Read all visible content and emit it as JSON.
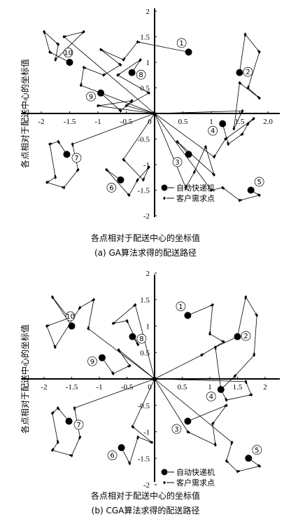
{
  "chart_data": [
    {
      "type": "scatter",
      "xlabel": "各点相对于配送中心的坐标值",
      "ylabel": "各点相对于配送中心的坐标值",
      "caption": "(a) GA算法求得的配送路径",
      "xlim": [
        -2,
        2
      ],
      "ylim": [
        -2,
        2
      ],
      "x_ticks": [
        "-2",
        "-1.5",
        "-1",
        "-0.5",
        "0",
        "0.5",
        "1",
        "1.5",
        "2.0"
      ],
      "x_tick_values": [
        -2,
        -1.5,
        -1,
        -0.5,
        0,
        0.5,
        1,
        1.5,
        2
      ],
      "y_ticks": [
        "2",
        "1.5",
        "1",
        "0.5",
        "0",
        "-0.5",
        "-1",
        "-1.5",
        "-2"
      ],
      "y_tick_values": [
        2,
        1.5,
        1,
        0.5,
        0,
        -0.5,
        -1,
        -1.5,
        -2
      ],
      "legend": {
        "station": "自动快递机",
        "customer": "客户需求点",
        "position": "bottom-right"
      },
      "stations": [
        {
          "label": "①",
          "x": 0.6,
          "y": 1.2
        },
        {
          "label": "②",
          "x": 1.5,
          "y": 0.8
        },
        {
          "label": "③",
          "x": 0.6,
          "y": -0.8
        },
        {
          "label": "④",
          "x": 1.2,
          "y": -0.2
        },
        {
          "label": "⑤",
          "x": 1.7,
          "y": -1.5
        },
        {
          "label": "⑥",
          "x": -0.6,
          "y": -1.3
        },
        {
          "label": "⑦",
          "x": -1.55,
          "y": -0.8
        },
        {
          "label": "⑧",
          "x": -0.4,
          "y": 0.8
        },
        {
          "label": "⑨",
          "x": -0.95,
          "y": 0.4
        },
        {
          "label": "⑩",
          "x": -1.5,
          "y": 1.0
        }
      ],
      "routes": [
        [
          [
            0.6,
            1.2
          ],
          [
            -0.3,
            1.4
          ],
          [
            -0.55,
            1.05
          ],
          [
            -0.95,
            1.25
          ],
          [
            -0.6,
            0.95
          ],
          [
            -0.9,
            0.75
          ],
          [
            -1.25,
            0.9
          ],
          [
            -1.3,
            0.55
          ],
          [
            0,
            0
          ]
        ],
        [
          [
            1.5,
            0.8
          ],
          [
            1.6,
            1.55
          ],
          [
            1.85,
            1.2
          ],
          [
            1.65,
            0.5
          ],
          [
            1.85,
            0.3
          ],
          [
            1.5,
            0.6
          ],
          [
            1.4,
            -0.3
          ],
          [
            1.55,
            0.05
          ],
          [
            0,
            0
          ]
        ],
        [
          [
            0.6,
            -0.8
          ],
          [
            0.4,
            -0.55
          ],
          [
            1.05,
            -1.2
          ],
          [
            0.9,
            -0.65
          ],
          [
            0.7,
            -1.15
          ],
          [
            0.55,
            -1.45
          ],
          [
            0,
            0
          ]
        ],
        [
          [
            1.2,
            -0.2
          ],
          [
            1.3,
            -0.6
          ],
          [
            1.55,
            -0.4
          ],
          [
            1.65,
            -0.2
          ],
          [
            1.75,
            -0.1
          ],
          [
            1.25,
            -0.5
          ],
          [
            1.05,
            -0.85
          ],
          [
            0,
            0
          ]
        ],
        [
          [
            1.7,
            -1.5
          ],
          [
            1.85,
            -1.6
          ],
          [
            1.5,
            -1.7
          ],
          [
            1.2,
            -1.45
          ],
          [
            1.0,
            -1.5
          ],
          [
            0,
            0
          ]
        ],
        [
          [
            -0.6,
            -1.3
          ],
          [
            -0.85,
            -1.1
          ],
          [
            -0.45,
            -1.6
          ],
          [
            -0.3,
            -1.3
          ],
          [
            -0.1,
            -1.05
          ],
          [
            -0.2,
            -1.3
          ],
          [
            -0.55,
            -0.9
          ],
          [
            0,
            0
          ]
        ],
        [
          [
            -1.55,
            -0.8
          ],
          [
            -1.7,
            -0.55
          ],
          [
            -1.85,
            -0.6
          ],
          [
            -1.75,
            -1.25
          ],
          [
            -1.9,
            -1.35
          ],
          [
            -1.6,
            -1.45
          ],
          [
            -1.35,
            -1.1
          ],
          [
            -1.45,
            -0.6
          ],
          [
            0,
            0
          ]
        ],
        [
          [
            -0.4,
            0.8
          ],
          [
            -0.25,
            1.05
          ],
          [
            -0.65,
            0.75
          ],
          [
            -0.1,
            0.4
          ],
          [
            -0.5,
            0.15
          ],
          [
            0,
            0
          ]
        ],
        [
          [
            -0.95,
            0.4
          ],
          [
            -0.6,
            0.05
          ],
          [
            -0.4,
            0.25
          ],
          [
            -1.0,
            0.15
          ],
          [
            0,
            0
          ]
        ],
        [
          [
            -1.5,
            1.0
          ],
          [
            -1.85,
            1.2
          ],
          [
            -1.95,
            1.6
          ],
          [
            -1.7,
            1.35
          ],
          [
            -1.75,
            1.05
          ],
          [
            -1.25,
            1.6
          ],
          [
            -1.6,
            1.5
          ],
          [
            0,
            0
          ]
        ]
      ]
    },
    {
      "type": "scatter",
      "xlabel": "各点相对于配送中心的坐标值",
      "ylabel": "各点相对于配送中心的坐标值",
      "caption": "(b) CGA算法求得的配送路径",
      "xlim": [
        -2,
        2
      ],
      "ylim": [
        -2,
        2
      ],
      "x_ticks": [
        "-2",
        "-1.5",
        "-1",
        "-0.5",
        "0",
        "0.5",
        "1",
        "1.5",
        "2"
      ],
      "x_tick_values": [
        -2,
        -1.5,
        -1,
        -0.5,
        0,
        0.5,
        1,
        1.5,
        2
      ],
      "y_ticks": [
        "2",
        "1.5",
        "1",
        "0.5",
        "0",
        "-0.5",
        "-1",
        "-1.5",
        "-2"
      ],
      "y_tick_values": [
        2,
        1.5,
        1,
        0.5,
        0,
        -0.5,
        -1,
        -1.5,
        -2
      ],
      "legend": {
        "station": "自动快递机",
        "customer": "客户需求点",
        "position": "bottom-right"
      },
      "stations": [
        {
          "label": "①",
          "x": 0.6,
          "y": 1.2
        },
        {
          "label": "②",
          "x": 1.5,
          "y": 0.8
        },
        {
          "label": "③",
          "x": 0.6,
          "y": -0.8
        },
        {
          "label": "④",
          "x": 1.2,
          "y": -0.2
        },
        {
          "label": "⑤",
          "x": 1.7,
          "y": -1.5
        },
        {
          "label": "⑥",
          "x": -0.6,
          "y": -1.3
        },
        {
          "label": "⑦",
          "x": -1.55,
          "y": -0.8
        },
        {
          "label": "⑧",
          "x": -0.4,
          "y": 0.8
        },
        {
          "label": "⑨",
          "x": -0.95,
          "y": 0.4
        },
        {
          "label": "⑩",
          "x": -1.5,
          "y": 1.0
        }
      ],
      "routes": [
        [
          [
            0.6,
            1.2
          ],
          [
            1.05,
            1.4
          ],
          [
            1.0,
            0.85
          ],
          [
            1.25,
            0.7
          ],
          [
            0.85,
            0.45
          ],
          [
            0,
            0
          ]
        ],
        [
          [
            1.5,
            0.8
          ],
          [
            1.65,
            1.55
          ],
          [
            1.85,
            1.2
          ],
          [
            1.8,
            0.45
          ],
          [
            1.45,
            0.05
          ],
          [
            1.2,
            -0.2
          ],
          [
            1.1,
            0.6
          ],
          [
            1.5,
            0.8
          ]
        ],
        [
          [
            0.6,
            -0.8
          ],
          [
            1.3,
            -0.5
          ],
          [
            1.05,
            -0.85
          ],
          [
            1.1,
            -1.25
          ],
          [
            0.6,
            -1.0
          ],
          [
            0,
            0
          ]
        ],
        [
          [
            1.2,
            -0.2
          ],
          [
            1.3,
            -0.4
          ],
          [
            1.75,
            -0.3
          ],
          [
            1.65,
            -0.05
          ],
          [
            0,
            0
          ]
        ],
        [
          [
            1.7,
            -1.5
          ],
          [
            1.9,
            -1.65
          ],
          [
            1.5,
            -1.75
          ],
          [
            1.3,
            -1.55
          ],
          [
            1.4,
            -1.2
          ],
          [
            0,
            0
          ]
        ],
        [
          [
            -0.6,
            -1.3
          ],
          [
            -0.45,
            -1.6
          ],
          [
            -0.3,
            -1.1
          ],
          [
            -0.05,
            -1.2
          ],
          [
            -0.4,
            -0.9
          ],
          [
            0,
            0
          ]
        ],
        [
          [
            -1.55,
            -0.8
          ],
          [
            -1.75,
            -0.55
          ],
          [
            -1.85,
            -0.65
          ],
          [
            -1.75,
            -1.2
          ],
          [
            -1.85,
            -1.35
          ],
          [
            -1.5,
            -1.45
          ],
          [
            -1.35,
            -1.1
          ],
          [
            -1.45,
            -0.55
          ],
          [
            0,
            0
          ]
        ],
        [
          [
            -0.4,
            0.8
          ],
          [
            -0.3,
            0.65
          ],
          [
            -0.5,
            1.1
          ],
          [
            -0.75,
            1.05
          ],
          [
            -0.35,
            1.4
          ],
          [
            0,
            0
          ]
        ],
        [
          [
            -0.95,
            0.4
          ],
          [
            -0.75,
            0.1
          ],
          [
            -0.45,
            0.25
          ],
          [
            -0.65,
            0.55
          ],
          [
            0,
            0
          ]
        ],
        [
          [
            -1.5,
            1.0
          ],
          [
            -1.85,
            1.55
          ],
          [
            -1.55,
            1.15
          ],
          [
            -1.95,
            1.0
          ],
          [
            -1.8,
            0.6
          ],
          [
            -1.35,
            1.35
          ],
          [
            -1.1,
            1.5
          ],
          [
            -1.2,
            0.95
          ],
          [
            0,
            0
          ]
        ]
      ]
    }
  ]
}
